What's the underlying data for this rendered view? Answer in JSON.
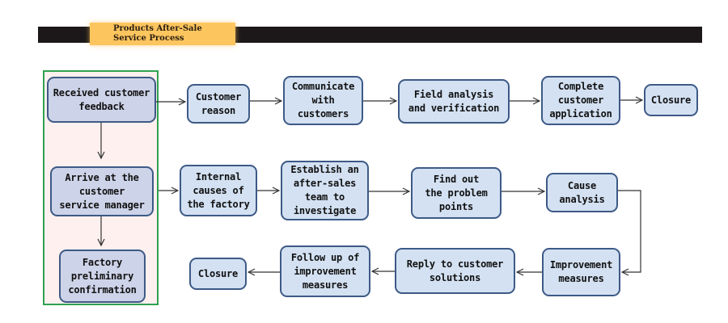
{
  "banner": {
    "title": "Products After-Sale\nService Process",
    "colors": {
      "bar": "#1c1819",
      "tag": "#fdc55e"
    }
  },
  "group": {
    "colors": {
      "border": "#2fa24f",
      "fill": "#fdf0ef"
    }
  },
  "nodes": {
    "received_feedback": "Received customer\nfeedback",
    "arrive_manager": "Arrive at the\ncustomer\nservice manager",
    "factory_confirmation": "Factory\npreliminary\nconfirmation",
    "customer_reason": "Customer\nreason",
    "communicate": "Communicate\nwith\ncustomers",
    "field_analysis": "Field analysis\nand verification",
    "complete_application": "Complete\ncustomer\napplication",
    "closure_1": "Closure",
    "internal_causes": "Internal\ncauses of\nthe factory",
    "establish_team": "Establish an\nafter-sales\nteam to\ninvestigate",
    "find_problem": "Find out\nthe problem\npoints",
    "cause_analysis": "Cause\nanalysis",
    "improvement_measures": "Improvement\nmeasures",
    "reply_solutions": "Reply to customer\nsolutions",
    "follow_up": "Follow up of\nimprovement\nmeasures",
    "closure_2": "Closure"
  },
  "flows": [
    [
      "received_feedback",
      "customer_reason"
    ],
    [
      "customer_reason",
      "communicate"
    ],
    [
      "communicate",
      "field_analysis"
    ],
    [
      "field_analysis",
      "complete_application"
    ],
    [
      "complete_application",
      "closure_1"
    ],
    [
      "received_feedback",
      "arrive_manager"
    ],
    [
      "arrive_manager",
      "factory_confirmation"
    ],
    [
      "arrive_manager",
      "internal_causes"
    ],
    [
      "internal_causes",
      "establish_team"
    ],
    [
      "establish_team",
      "find_problem"
    ],
    [
      "find_problem",
      "cause_analysis"
    ],
    [
      "cause_analysis",
      "improvement_measures"
    ],
    [
      "improvement_measures",
      "reply_solutions"
    ],
    [
      "reply_solutions",
      "follow_up"
    ],
    [
      "follow_up",
      "closure_2"
    ]
  ],
  "colors": {
    "node_fill": "#d3e1f2",
    "node_fill_group": "#cdd3e8",
    "node_border": "#3d5a86",
    "arrow": "#333333"
  }
}
